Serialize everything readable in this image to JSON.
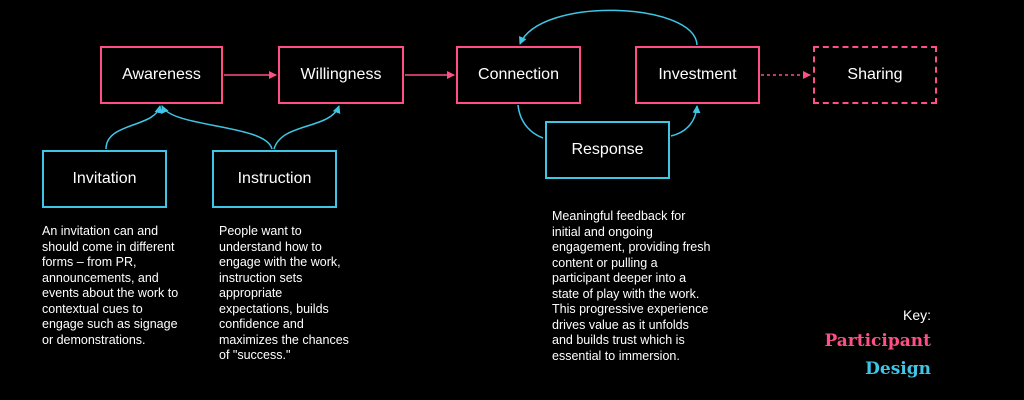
{
  "nodes": {
    "awareness": "Awareness",
    "willingness": "Willingness",
    "connection": "Connection",
    "investment": "Investment",
    "sharing": "Sharing",
    "invitation": "Invitation",
    "instruction": "Instruction",
    "response": "Response"
  },
  "descriptions": {
    "invitation": "An invitation can and\nshould come in different\nforms – from PR,\nannouncements, and\nevents about the work to\ncontextual cues to\nengage such as signage\nor demonstrations.",
    "instruction": "People want to\nunderstand how to\nengage with the work,\ninstruction sets\nappropriate\nexpectations, builds\nconfidence and\nmaximizes the chances\nof \"success.\"",
    "response": "Meaningful feedback for\ninitial and ongoing\nengagement, providing fresh\ncontent or pulling a\nparticipant deeper into a\nstate of play with the work.\nThis progressive experience\ndrives value as it unfolds\nand builds trust which is\nessential to immersion."
  },
  "key": {
    "title": "Key:",
    "participant": "Participant",
    "design": "Design"
  },
  "colors": {
    "background": "#000000",
    "participant": "#ff4f86",
    "design": "#3fc6e6",
    "text": "#ffffff"
  }
}
